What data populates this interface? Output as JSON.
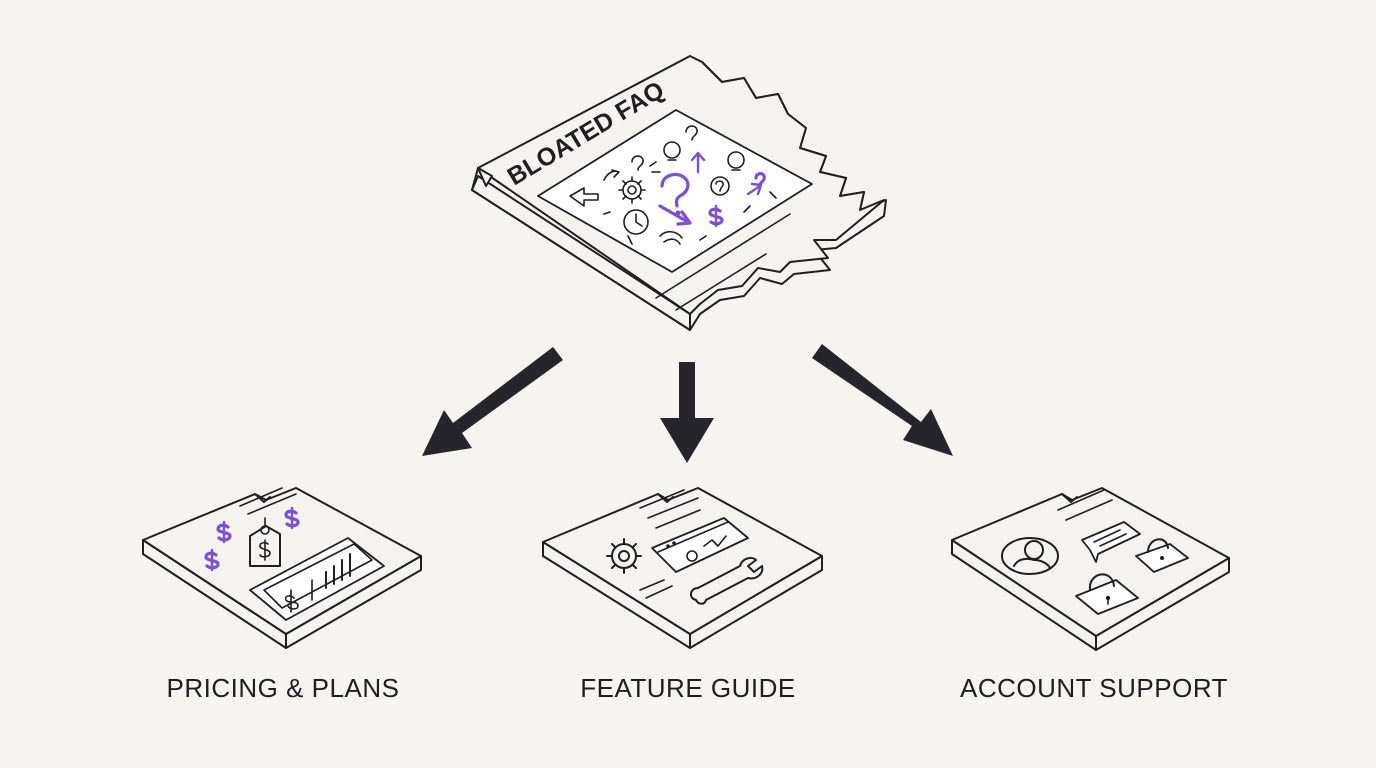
{
  "source": {
    "title": "BLOATED FAQ"
  },
  "targets": [
    {
      "label": "PRICING & PLANS",
      "icons": [
        "dollar-icon",
        "price-tag-icon",
        "bar-chart-icon"
      ]
    },
    {
      "label": "FEATURE GUIDE",
      "icons": [
        "gear-icon",
        "browser-window-icon",
        "wrench-icon"
      ]
    },
    {
      "label": "ACCOUNT SUPPORT",
      "icons": [
        "user-avatar-icon",
        "chat-bubble-icon",
        "padlock-icon"
      ]
    }
  ],
  "colors": {
    "background": "#f5f4f0",
    "ink": "#1f1f23",
    "paper": "#f4f3ef",
    "accent": "#7b4fd6",
    "arrow": "#25252b"
  }
}
